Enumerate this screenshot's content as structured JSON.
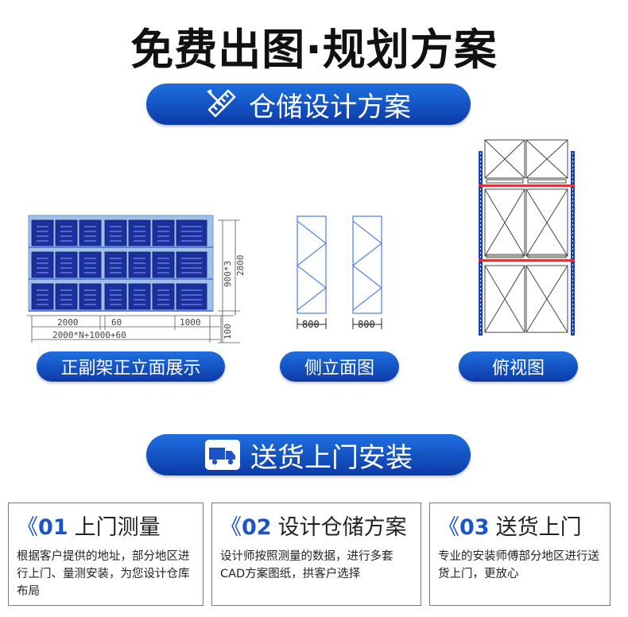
{
  "title": "免费出图·规划方案",
  "design_banner": {
    "label": "仓储设计方案",
    "icon": "ruler-pencil-icon"
  },
  "drawings": [
    {
      "caption": "正副架正立面展示"
    },
    {
      "caption": "侧立面图"
    },
    {
      "caption": "俯视图"
    }
  ],
  "front_dims": {
    "d1": "2000",
    "d2": "60",
    "d3": "1000",
    "total": "2000*N+1000+60",
    "h1": "900*3",
    "h2": "2800",
    "h3": "100"
  },
  "side_dims": {
    "w1": "800",
    "w2": "800"
  },
  "delivery_banner": {
    "label": "送货上门安装",
    "icon": "truck-icon"
  },
  "cards": [
    {
      "mark": "《",
      "num": "01",
      "title": "上门测量",
      "body": "根据客户提供的地址，部分地区进行上门、量测安装，为您设计仓库布局"
    },
    {
      "mark": "《",
      "num": "02",
      "title": "设计仓储方案",
      "body": "设计师按照测量的数据，进行多套CAD方案图纸，拱客户选择"
    },
    {
      "mark": "《",
      "num": "03",
      "title": "送货上门",
      "body": "专业的安装师傅部分地区进行送货上门，更放心"
    }
  ],
  "colors": {
    "accent": "#1a54c8",
    "pill_top": "#1f6fe0",
    "pill_bottom": "#0c3aa8",
    "frame_blue": "#2f5fd0",
    "beam_red": "#d9363e"
  }
}
